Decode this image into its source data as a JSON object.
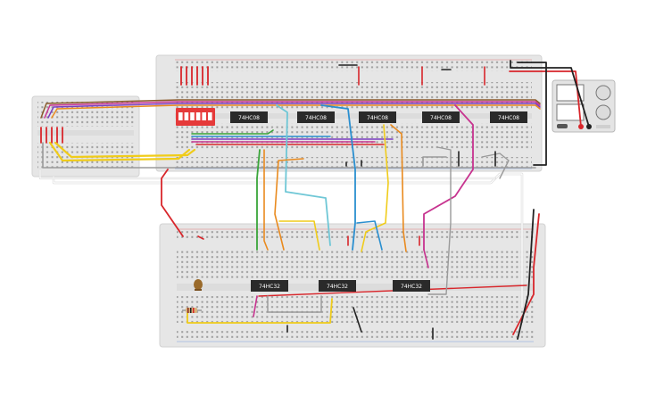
{
  "breadboards": {
    "top": {
      "chips": [
        {
          "label": "74HC08"
        },
        {
          "label": "74HC08"
        },
        {
          "label": "74HC08"
        },
        {
          "label": "74HC08"
        },
        {
          "label": "74HC08"
        }
      ],
      "dip_switch": {
        "switches": 6
      }
    },
    "bottom": {
      "chips": [
        {
          "label": "74HC32"
        },
        {
          "label": "74HC32"
        },
        {
          "label": "74HC32"
        }
      ]
    },
    "left": {}
  },
  "colors": {
    "board": "#e6e6e6",
    "chip": "#2a2a2a",
    "dip_switch": "#e53a3a",
    "wire_red": "#d8262b",
    "wire_black": "#222222",
    "wire_green": "#3aa53a",
    "wire_blue": "#2a8fd0",
    "wire_cyan": "#6fc7d6",
    "wire_orange": "#e98a1e",
    "wire_yellow": "#f0cc1a",
    "wire_magenta": "#c7338f",
    "wire_purple": "#7a3fc0",
    "wire_brown": "#8a5a2b",
    "wire_grey": "#9a9a9a",
    "wire_white": "#ffffff"
  },
  "power_supply": {
    "icon": "power-supply-icon"
  }
}
